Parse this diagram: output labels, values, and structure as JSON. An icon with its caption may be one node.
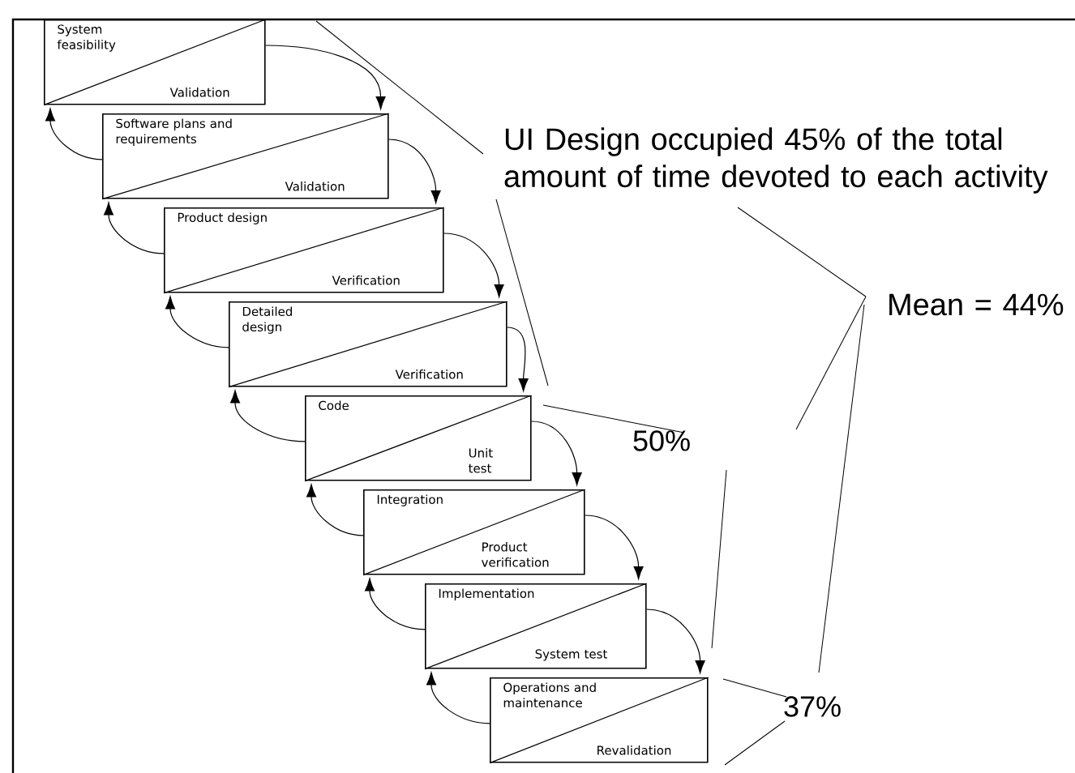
{
  "diagram": {
    "nodes": [
      {
        "text": [
          "System feasibility",
          "Validation"
        ]
      },
      {
        "text": [
          "Software plans and requirements",
          "Validation"
        ]
      },
      {
        "text": [
          "Product design",
          "Verification"
        ]
      },
      {
        "text": [
          "Detailed design",
          "Verification"
        ]
      },
      {
        "text": [
          "Code",
          "Unit test"
        ]
      },
      {
        "text": [
          "Integration",
          "Product verification"
        ]
      },
      {
        "text": [
          "Implementation",
          "System test"
        ]
      },
      {
        "text": [
          "Operations and maintenance",
          "Revalidation"
        ]
      }
    ],
    "edges": [
      {
        "from": 0,
        "to": 1,
        "arrow": "to"
      },
      {
        "from": 1,
        "to": 0,
        "arrow": "to"
      },
      {
        "from": 1,
        "to": 2,
        "arrow": "to"
      },
      {
        "from": 2,
        "to": 1,
        "arrow": "to"
      },
      {
        "from": 2,
        "to": 3,
        "arrow": "to"
      },
      {
        "from": 3,
        "to": 2,
        "arrow": "to"
      },
      {
        "from": 3,
        "to": 4,
        "arrow": "to"
      },
      {
        "from": 4,
        "to": 3,
        "arrow": "to"
      },
      {
        "from": 4,
        "to": 5,
        "arrow": "to"
      },
      {
        "from": 5,
        "to": 4,
        "arrow": "to"
      },
      {
        "from": 5,
        "to": 6,
        "arrow": "to"
      },
      {
        "from": 6,
        "to": 5,
        "arrow": "to"
      },
      {
        "from": 6,
        "to": 7,
        "arrow": "to"
      },
      {
        "from": 7,
        "to": 6,
        "arrow": "to"
      }
    ],
    "labels": [
      "UI Design occupied 45% of the total amount of time devoted to each activity",
      "Mean = 44%",
      "50%",
      "37%"
    ]
  }
}
